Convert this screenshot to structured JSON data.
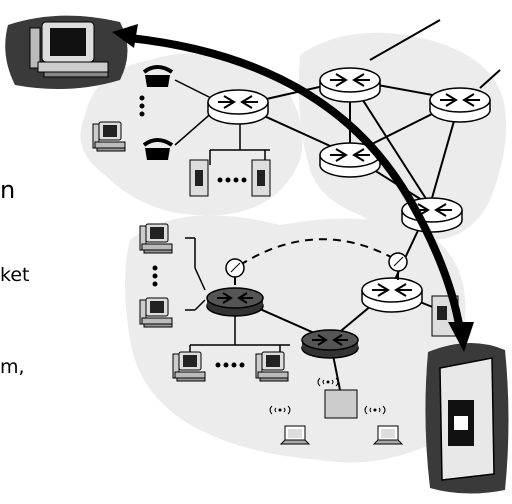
{
  "text_fragments": [
    "n",
    "ket",
    "m,"
  ],
  "colors": {
    "cloud": "#ececec",
    "dark_frame": "#3a3a3a",
    "router_light": "#ffffff",
    "router_dark": "#333333",
    "arrow": "#000000"
  },
  "icons": {
    "host_top_left": "desktop-computer-icon",
    "server_bottom_right": "server-tower-icon",
    "router": "router-icon",
    "phone": "telephone-icon",
    "laptop": "wireless-laptop-icon",
    "satellite_dish": "satellite-dish-icon",
    "access_point": "wireless-access-point-icon"
  }
}
